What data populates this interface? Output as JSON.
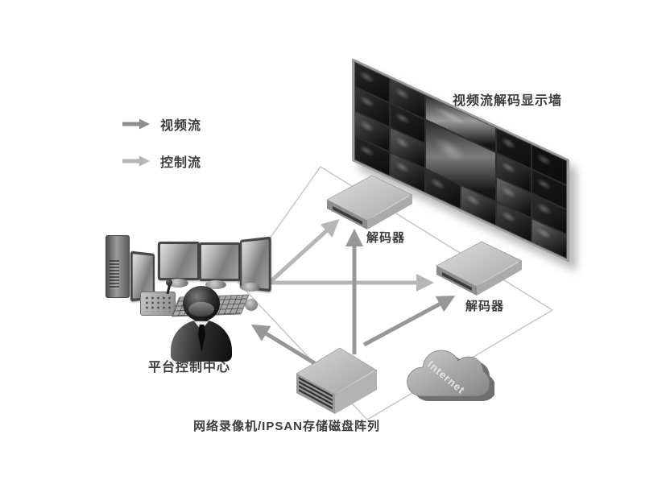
{
  "legend": {
    "items": [
      {
        "id": "video",
        "label": "视频流",
        "color": "#8d8d8d"
      },
      {
        "id": "control",
        "label": "控制流",
        "color": "#b6b6b6"
      }
    ]
  },
  "nodes": {
    "display_wall": {
      "label": "视频流解码显示墙",
      "type": "video-wall"
    },
    "decoder_top": {
      "label": "解码器",
      "type": "decoder"
    },
    "decoder_right": {
      "label": "解码器",
      "type": "decoder"
    },
    "control_center": {
      "label": "平台控制中心",
      "type": "operator-workstation"
    },
    "storage": {
      "label": "网络录像机/IPSAN存储磁盘阵列",
      "type": "nvr-ipsan-disk-array"
    },
    "internet": {
      "label": "Internet",
      "type": "cloud"
    }
  },
  "connections": [
    {
      "from": "control_center",
      "to": "decoder_top",
      "type": "control"
    },
    {
      "from": "control_center",
      "to": "decoder_right",
      "type": "control"
    },
    {
      "from": "storage",
      "to": "decoder_top",
      "type": "video"
    },
    {
      "from": "storage",
      "to": "decoder_right",
      "type": "video"
    },
    {
      "from": "storage",
      "to": "control_center",
      "type": "video"
    }
  ],
  "colors": {
    "video_arrow": "#979797",
    "control_arrow": "#b6b6b6",
    "network_plane": "#c6c6c6",
    "label_text": "#3c3c3c"
  },
  "wall_tiles": [
    {
      "r": 1,
      "c": 1,
      "shade": "#262626"
    },
    {
      "r": 1,
      "c": 2,
      "shade": "#3a3a3a"
    },
    {
      "r": 1,
      "c": 3,
      "cs": 2,
      "shade": "#9a9a9a",
      "bright": true
    },
    {
      "r": 1,
      "c": 5,
      "shade": "#1c1c1c"
    },
    {
      "r": 1,
      "c": 6,
      "shade": "#101010"
    },
    {
      "r": 2,
      "c": 1,
      "shade": "#303030"
    },
    {
      "r": 2,
      "c": 2,
      "shade": "#232323"
    },
    {
      "r": 2,
      "c": 3,
      "cs": 2,
      "rs": 2,
      "shade": "#7c7c7c",
      "bright": true
    },
    {
      "r": 2,
      "c": 5,
      "shade": "#3c3c3c"
    },
    {
      "r": 2,
      "c": 6,
      "shade": "#181818"
    },
    {
      "r": 3,
      "c": 1,
      "shade": "#454545"
    },
    {
      "r": 3,
      "c": 2,
      "shade": "#525252"
    },
    {
      "r": 3,
      "c": 5,
      "shade": "#5e5e5e"
    },
    {
      "r": 3,
      "c": 6,
      "shade": "#2c2c2c"
    },
    {
      "r": 4,
      "c": 1,
      "shade": "#242424"
    },
    {
      "r": 4,
      "c": 2,
      "shade": "#474747"
    },
    {
      "r": 4,
      "c": 3,
      "shade": "#2f2f2f"
    },
    {
      "r": 4,
      "c": 4,
      "shade": "#565656"
    },
    {
      "r": 4,
      "c": 5,
      "shade": "#3f3f3f"
    },
    {
      "r": 4,
      "c": 6,
      "shade": "#606060"
    }
  ]
}
